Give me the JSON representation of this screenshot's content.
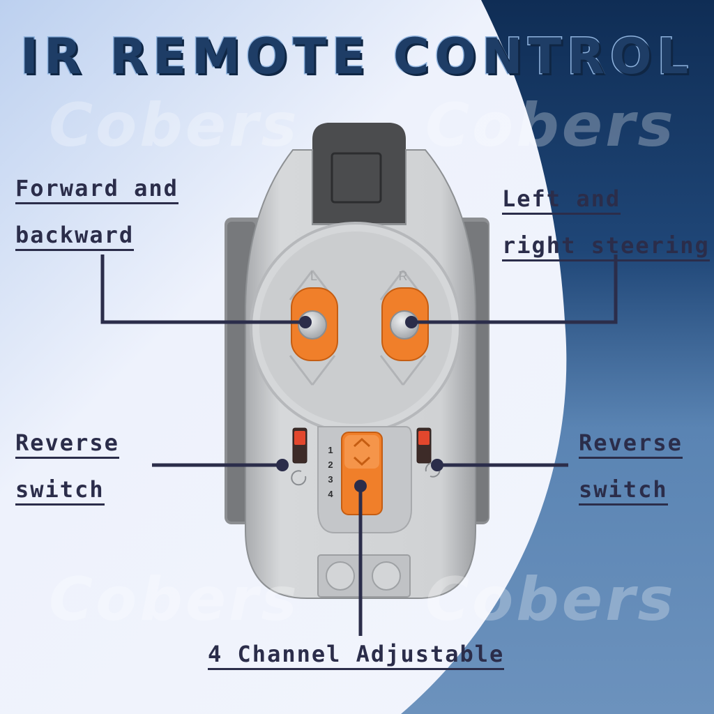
{
  "title": "IR REMOTE CONTROL",
  "watermark": "Cobers",
  "labels": {
    "forward_line1": "Forward and",
    "forward_line2": "backward",
    "steer_line1": "Left and",
    "steer_line2": "right steering",
    "reverse_left_line1": "Reverse",
    "reverse_left_line2": "switch",
    "reverse_right_line1": "Reverse",
    "reverse_right_line2": "switch",
    "channel": "4 Channel Adjustable"
  },
  "remote": {
    "left_mark": "L",
    "right_mark": "R",
    "channels": [
      "1",
      "2",
      "3",
      "4"
    ]
  },
  "colors": {
    "navy": "#0f2f57",
    "mid_blue": "#5b86b6",
    "orange": "#f07f2a",
    "gray_body": "#c9cbcd",
    "text": "#2b2d4a"
  }
}
